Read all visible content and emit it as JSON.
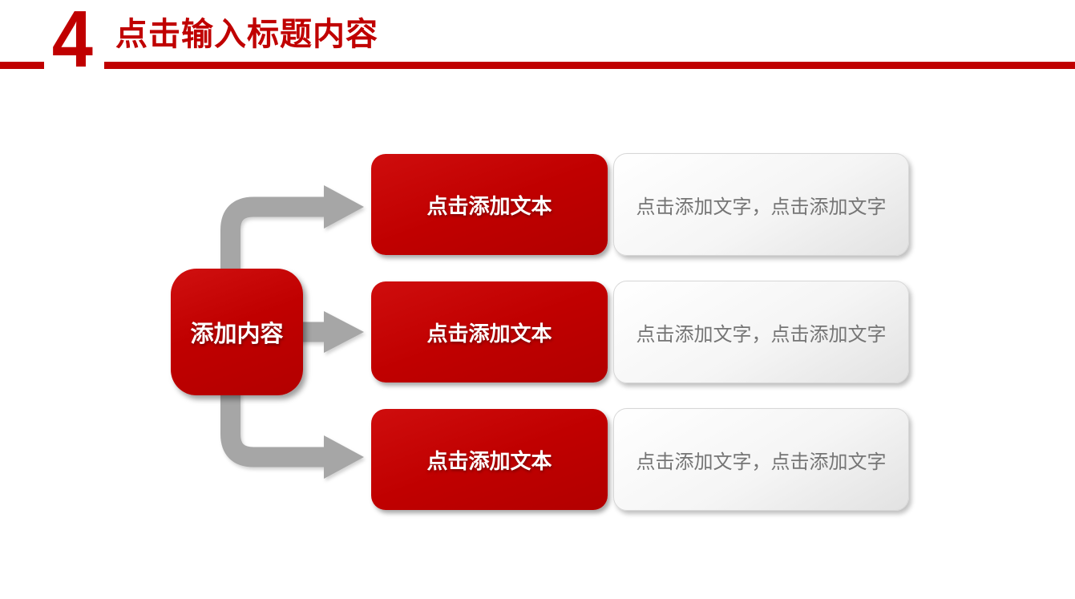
{
  "header": {
    "number": "4",
    "title": "点击输入标题内容"
  },
  "colors": {
    "accent_red": "#C00000",
    "arrow_gray": "#A6A6A6",
    "muted_text": "#757575"
  },
  "diagram": {
    "center_label": "添加内容",
    "rows": [
      {
        "label": "点击添加文本",
        "description": "点击添加文字，点击添加文字"
      },
      {
        "label": "点击添加文本",
        "description": "点击添加文字，点击添加文字"
      },
      {
        "label": "点击添加文本",
        "description": "点击添加文字，点击添加文字"
      }
    ]
  }
}
